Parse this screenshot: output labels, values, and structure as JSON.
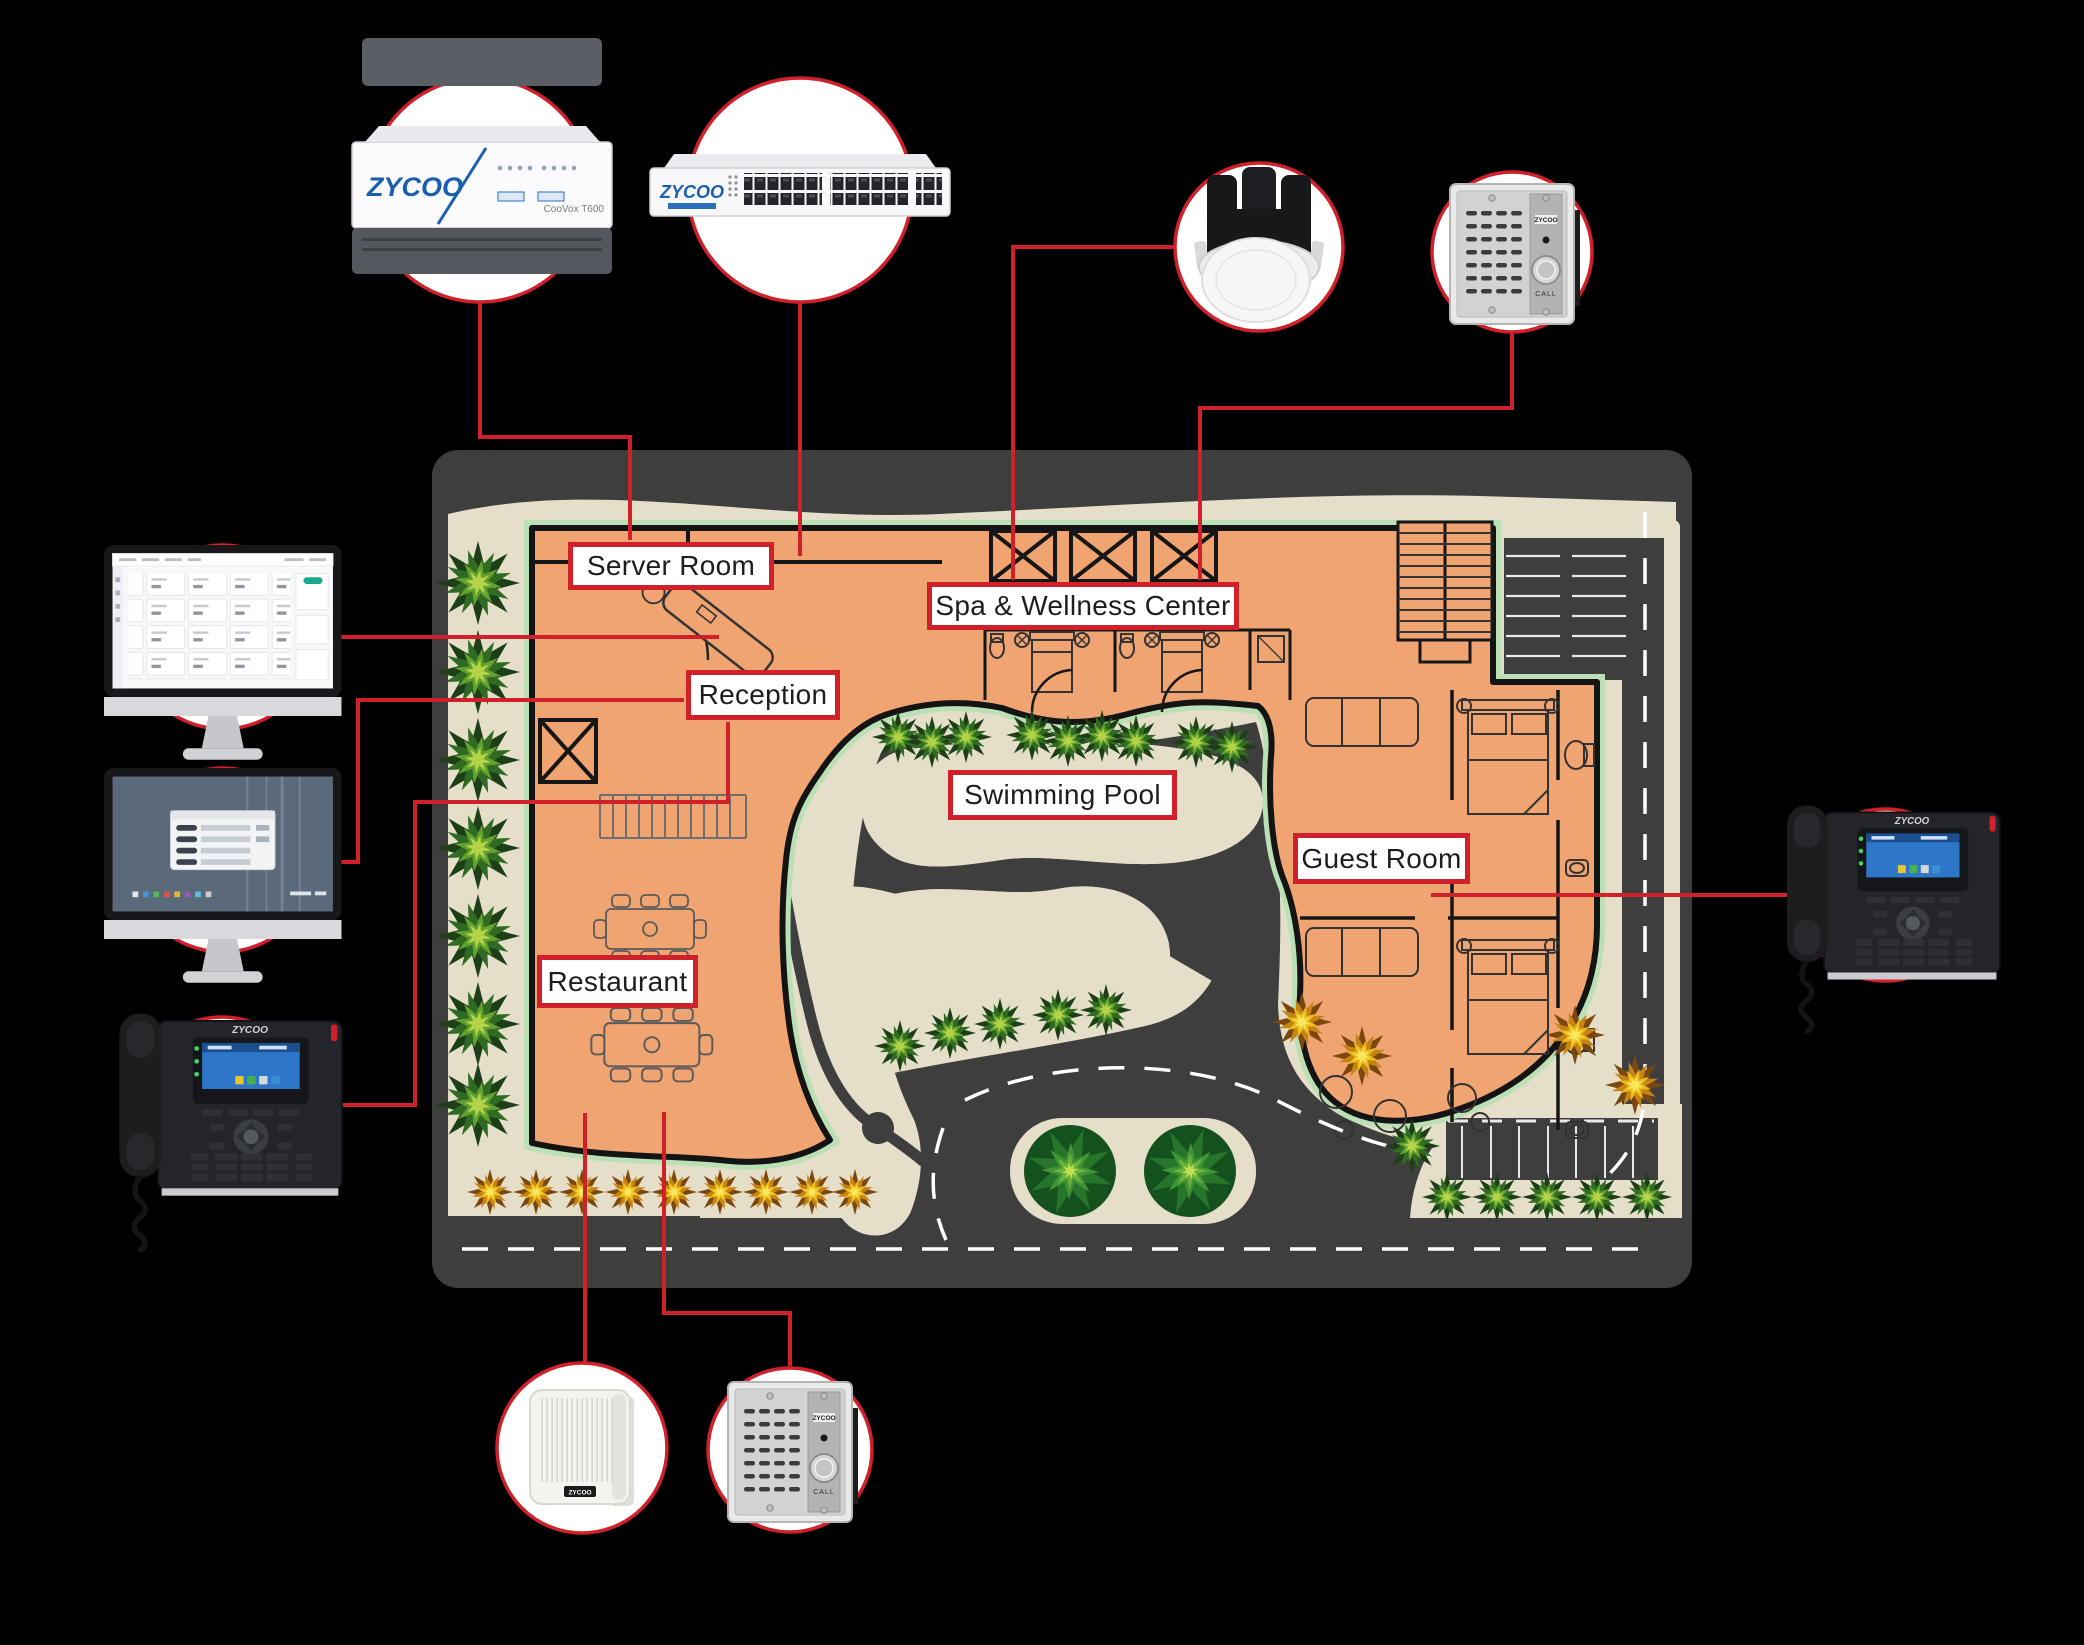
{
  "page": {
    "background": "#000000"
  },
  "brand": {
    "accent_color": "#D0202A",
    "logo_blue": "#1A5FAF"
  },
  "map": {
    "labels": {
      "server_room": "Server Room",
      "reception": "Reception",
      "spa": "Spa & Wellness Center",
      "swimming_pool": "Swimming Pool",
      "guest_room": "Guest Room",
      "restaurant": "Restaurant"
    },
    "colors": {
      "site": "#E5DFCA",
      "road": "#3E3E3E",
      "building": "#F0A471",
      "pool": "#A6CED1",
      "outline": "#141414",
      "edge_mint": "#BCE0B6"
    }
  },
  "devices": {
    "ip_pbx": {
      "logo": "ZYCOO",
      "model": "CooVox T600"
    },
    "network_switch": {
      "logo": "ZYCOO"
    },
    "door_intercom_top": {
      "logo": "ZYCOO",
      "button_label": "CALL"
    },
    "ip_phone_reception": {
      "logo": "ZYCOO"
    },
    "wall_speaker": {
      "logo": "ZYCOO"
    },
    "door_intercom_entrance": {
      "logo": "ZYCOO",
      "button_label": "CALL"
    },
    "ip_phone_guest_room": {
      "logo": "ZYCOO"
    }
  }
}
